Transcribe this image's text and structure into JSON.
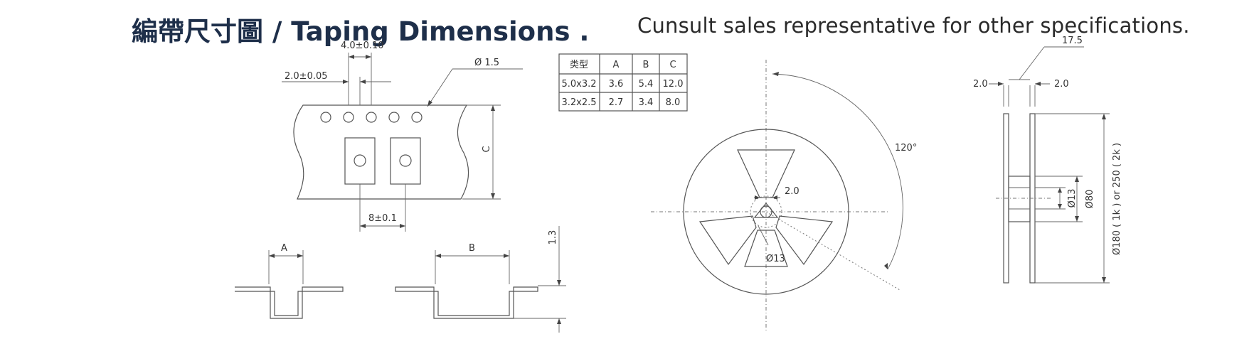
{
  "header": {
    "title": "編帶尺寸圖 / Taping Dimensions .",
    "note": "Cunsult sales representative for other specifications."
  },
  "tape": {
    "pitch_hole": "4.0±0.10",
    "hole_size": "2.0±0.05",
    "hole_diameter": "Ø 1.5",
    "width_label": "C",
    "pitch_pocket": "8±0.1"
  },
  "pockets": {
    "a_label": "A",
    "b_label": "B",
    "depth": "1.3"
  },
  "table": {
    "headers": [
      "类型",
      "A",
      "B",
      "C"
    ],
    "rows": [
      [
        "5.0x3.2",
        "3.6",
        "5.4",
        "12.0"
      ],
      [
        "3.2x2.5",
        "2.7",
        "3.4",
        "8.0"
      ]
    ]
  },
  "reel": {
    "angle": "120°",
    "slot": "2.0",
    "hub": "Ø13"
  },
  "side": {
    "top": "17.5",
    "left": "2.0",
    "right": "2.0",
    "hub": "Ø13",
    "inner": "Ø80",
    "outer": "Ø180 ( 1k ) or 250 ( 2k )"
  }
}
